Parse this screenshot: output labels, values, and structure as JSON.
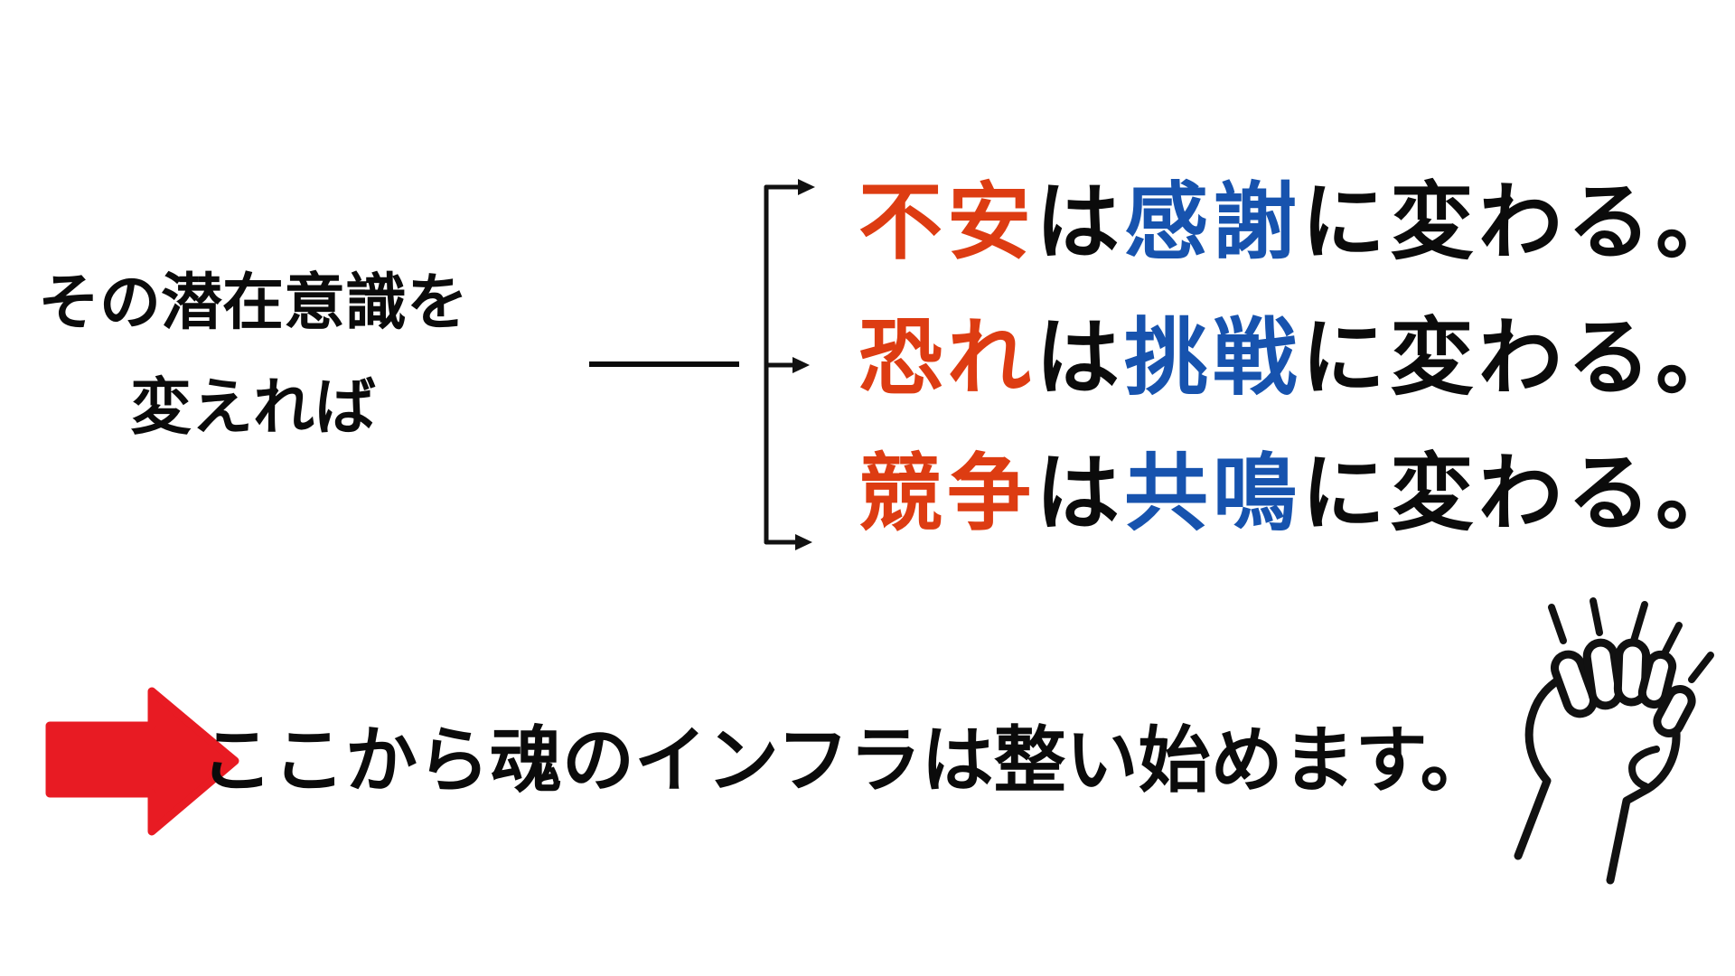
{
  "premise": {
    "line1": "その潜在意識を",
    "line2": "変えれば"
  },
  "branches": [
    {
      "subject": "不安",
      "particle": "は",
      "result": "感謝",
      "suffix": "に変わる。"
    },
    {
      "subject": "恐れ",
      "particle": "は",
      "result": "挑戦",
      "suffix": "に変わる。"
    },
    {
      "subject": "競争",
      "particle": "は",
      "result": "共鳴",
      "suffix": "に変わる。"
    }
  ],
  "conclusion": {
    "text": "ここから魂のインフラは整い始めます。"
  },
  "icons": {
    "bracket": "three-branch-arrow-bracket",
    "red_arrow": "right-arrow",
    "fist": "raised-fist-with-emphasis-lines"
  },
  "colors": {
    "subject_red": "#dd3c12",
    "result_blue": "#1753ae",
    "arrow_red": "#e81b23",
    "text_black": "#0b0b0b",
    "background": "#ffffff"
  }
}
